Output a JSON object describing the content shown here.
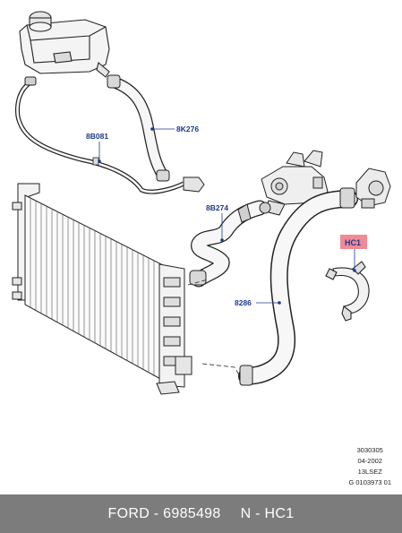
{
  "callouts": {
    "hose_8b081": "8B081",
    "hose_8k276": "8K276",
    "hose_8b274": "8B274",
    "hose_8286": "8286",
    "clip_hc1": "HC1"
  },
  "highlight_color": "#f08a96",
  "callout_color": "#1d3a8a",
  "drawing_meta": {
    "line1": "3030305",
    "line2": "04-2002",
    "line3": "13LSEZ",
    "line4": "G 0103973 01"
  },
  "footer": {
    "brand_part": "FORD - 6985498",
    "ref": "N - HC1"
  }
}
